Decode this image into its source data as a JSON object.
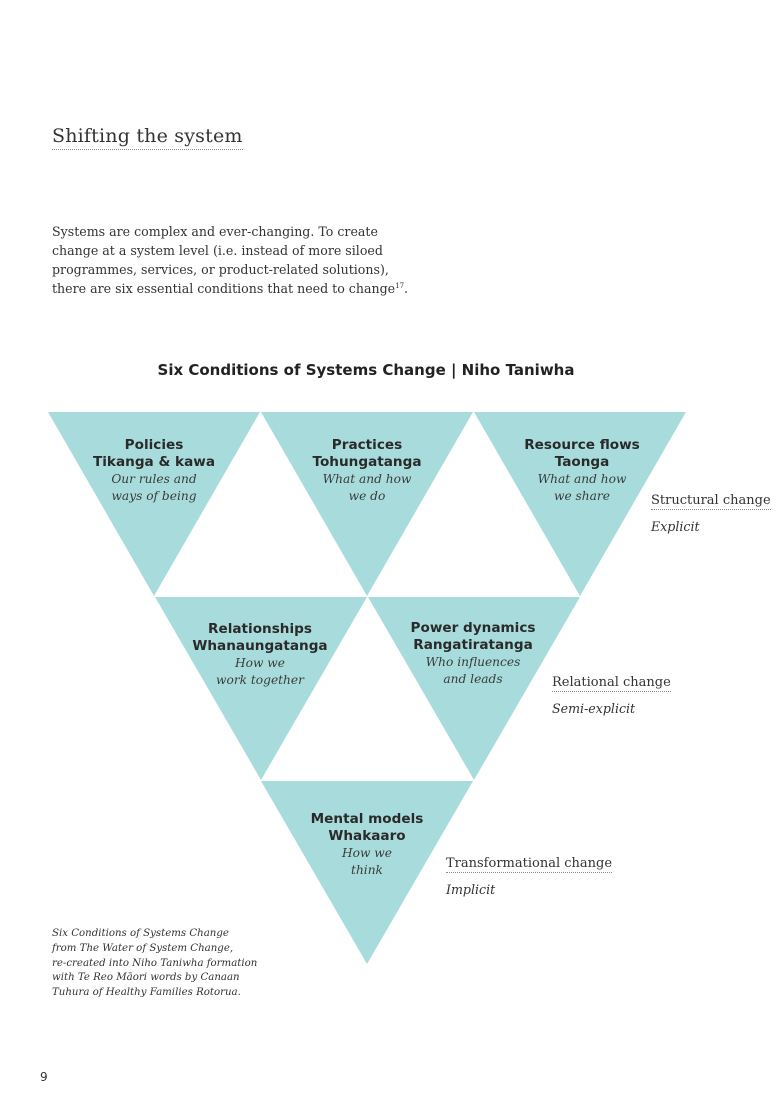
{
  "section_title": "Shifting the system",
  "intro": {
    "text": "Systems are complex and ever-changing. To create change at a system level (i.e. instead of more siloed programmes, services, or product-related solutions), there are six essential conditions that need to change",
    "footnote": "17",
    "end": "."
  },
  "diagram": {
    "title": "Six Conditions of Systems Change | Niho Taniwha",
    "fill_color": "#a8dcdc",
    "conditions": [
      {
        "title_en": "Policies",
        "title_mi": "Tikanga & kawa",
        "desc1": "Our rules and",
        "desc2": "ways of being"
      },
      {
        "title_en": "Practices",
        "title_mi": "Tohungatanga",
        "desc1": "What and how",
        "desc2": "we do"
      },
      {
        "title_en": "Resource flows",
        "title_mi": "Taonga",
        "desc1": "What and how",
        "desc2": "we share"
      },
      {
        "title_en": "Relationships",
        "title_mi": "Whanaungatanga",
        "desc1": "How we",
        "desc2": "work together"
      },
      {
        "title_en": "Power dynamics",
        "title_mi": "Rangatiratanga",
        "desc1": "Who influences",
        "desc2": "and leads"
      },
      {
        "title_en": "Mental models",
        "title_mi": "Whakaaro",
        "desc1": "How we",
        "desc2": "think"
      }
    ],
    "levels": [
      {
        "label": "Structural change",
        "sub": "Explicit"
      },
      {
        "label": "Relational change",
        "sub": "Semi-explicit"
      },
      {
        "label": "Transformational change",
        "sub": "Implicit"
      }
    ]
  },
  "caption": {
    "line1": "Six Conditions of Systems Change",
    "line2": "from The Water of System Change,",
    "line3": "re-created into Niho Taniwha formation",
    "line4": "with Te Reo Māori words by Canaan",
    "line5": "Tuhura of Healthy Families Rotorua."
  },
  "page_number": "9"
}
